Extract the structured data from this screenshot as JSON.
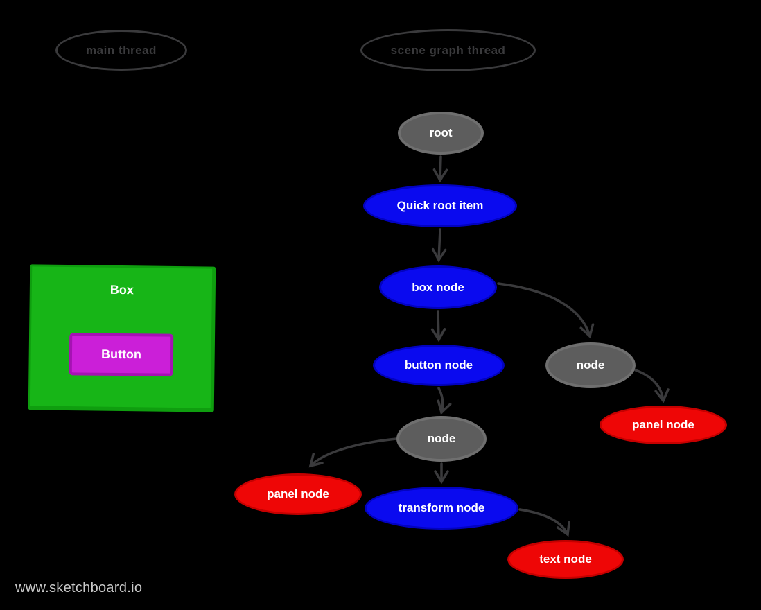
{
  "canvas": {
    "watermark": "www.sketchboard.io",
    "background_color": "#000000"
  },
  "threads": [
    {
      "id": "main-thread",
      "label": "main thread"
    },
    {
      "id": "scene-graph-thread",
      "label": "scene graph thread"
    }
  ],
  "main_thread_ui": {
    "box_label": "Box",
    "button_label": "Button",
    "box_color": "#17b517",
    "button_color": "#cb1fd8"
  },
  "diagram": {
    "nodes": [
      {
        "id": "root",
        "label": "root",
        "color": "gray"
      },
      {
        "id": "quick-root-item",
        "label": "Quick root item",
        "color": "blue"
      },
      {
        "id": "box-node",
        "label": "box node",
        "color": "blue"
      },
      {
        "id": "button-node",
        "label": "button node",
        "color": "blue"
      },
      {
        "id": "node-right",
        "label": "node",
        "color": "gray"
      },
      {
        "id": "panel-node-right",
        "label": "panel node",
        "color": "red"
      },
      {
        "id": "node-middle",
        "label": "node",
        "color": "gray"
      },
      {
        "id": "panel-node-left",
        "label": "panel node",
        "color": "red"
      },
      {
        "id": "transform-node",
        "label": "transform node",
        "color": "blue"
      },
      {
        "id": "text-node",
        "label": "text node",
        "color": "red"
      }
    ],
    "edges": [
      {
        "from": "root",
        "to": "quick-root-item"
      },
      {
        "from": "quick-root-item",
        "to": "box-node"
      },
      {
        "from": "box-node",
        "to": "button-node"
      },
      {
        "from": "box-node",
        "to": "node-right"
      },
      {
        "from": "button-node",
        "to": "node-middle"
      },
      {
        "from": "node-right",
        "to": "panel-node-right"
      },
      {
        "from": "node-middle",
        "to": "panel-node-left"
      },
      {
        "from": "node-middle",
        "to": "transform-node"
      },
      {
        "from": "transform-node",
        "to": "text-node"
      }
    ],
    "node_colors": {
      "gray": "#5d5d5d",
      "blue": "#0a0aef",
      "red": "#ee0606"
    },
    "edge_color": "#3a3a3c"
  }
}
